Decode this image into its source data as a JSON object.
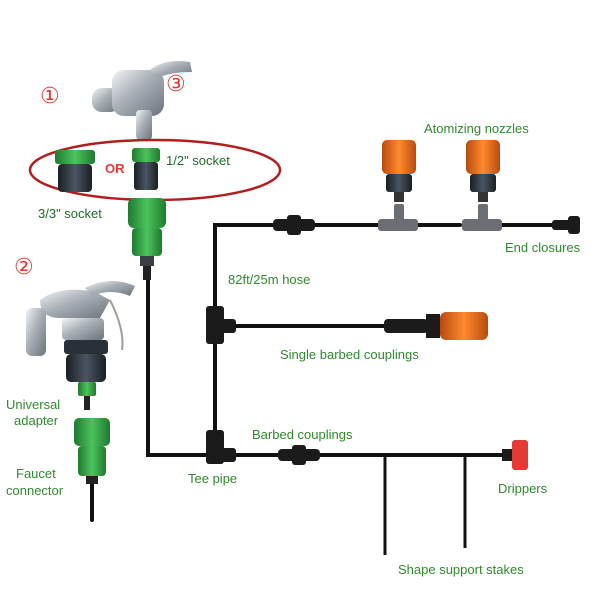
{
  "markers": {
    "m1": "①",
    "m2": "②",
    "m3": "③"
  },
  "labels": {
    "or": "OR",
    "half_inch_socket": "1/2\"  socket",
    "three_thirds_socket": "3/3\"  socket",
    "atomizing_nozzles": "Atomizing nozzles",
    "end_closures": "End closures",
    "hose": "82ft/25m hose",
    "single_barbed": "Single barbed couplings",
    "universal_adapter_1": "Universal",
    "universal_adapter_2": "adapter",
    "faucet_connector_1": "Faucet",
    "faucet_connector_2": "connector",
    "barbed_couplings": "Barbed couplings",
    "tee_pipe": "Tee pipe",
    "drippers": "Drippers",
    "support_stakes": "Shape support stakes"
  },
  "colors": {
    "label_green": "#2f8a2c",
    "marker_red": "#e53935",
    "hose_black": "#111111",
    "connector_green": "#3aa64a",
    "nozzle_orange": "#e86a1a",
    "dripper_red": "#e53935",
    "chrome": "#b7bcc2"
  }
}
